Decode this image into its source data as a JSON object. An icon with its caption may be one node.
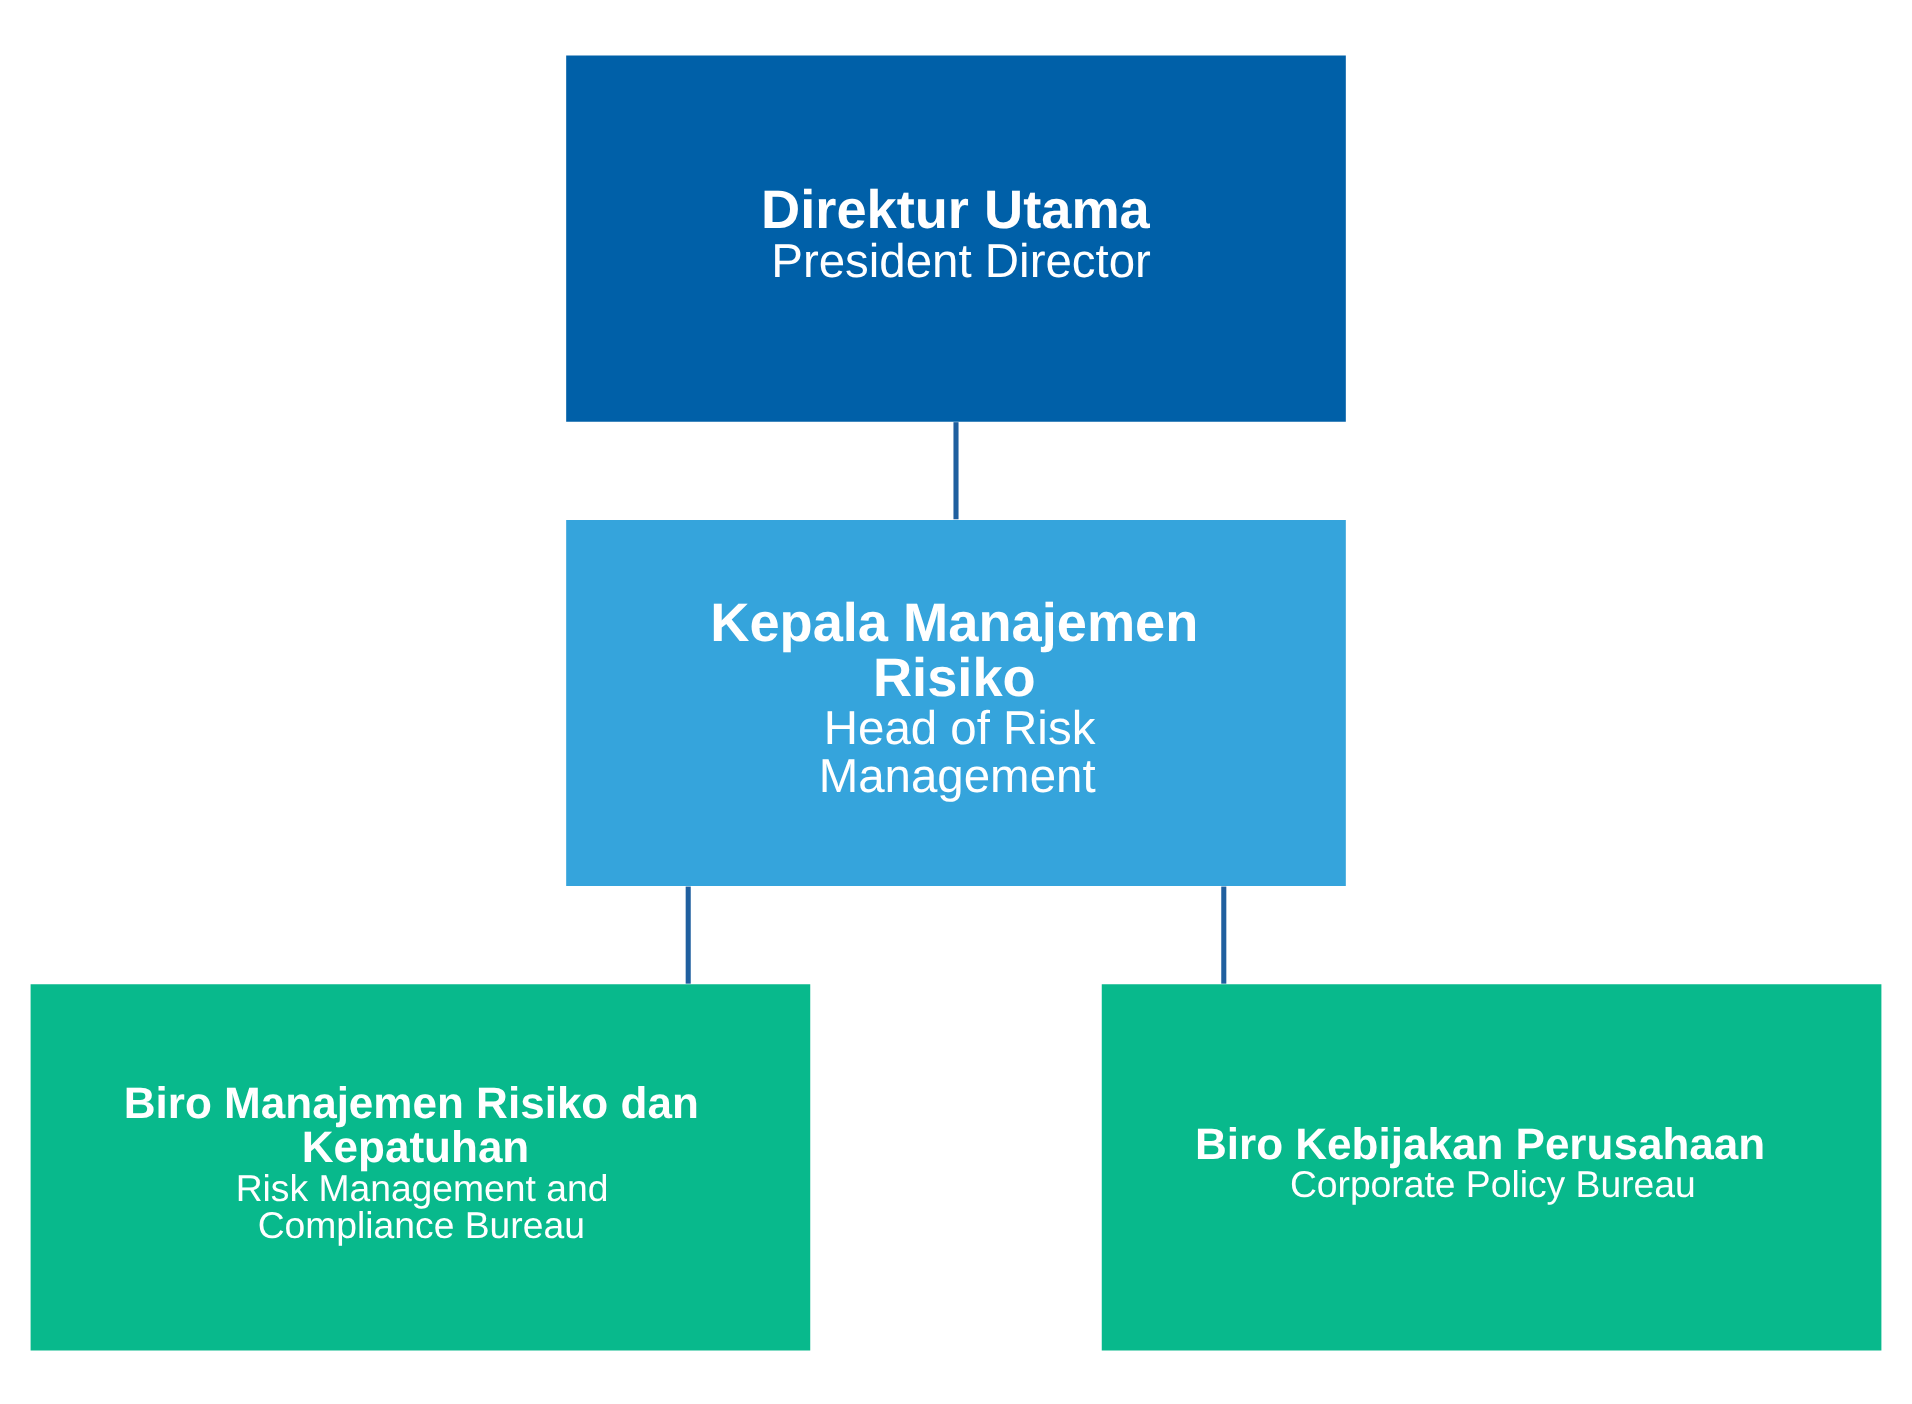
{
  "diagram": {
    "nodes": [
      {
        "text": [
          "Direktur Utama",
          "President Director"
        ]
      },
      {
        "text": [
          "Kepala Manajemen Risiko",
          "Head of Risk Management"
        ]
      },
      {
        "text": [
          "Biro Manajemen Risiko dan Kepatuhan",
          "Risk Management and Compliance Bureau"
        ]
      },
      {
        "text": [
          "Biro Kebijakan Perusahaan",
          "Corporate Policy Bureau"
        ]
      }
    ],
    "edges": [
      {
        "from": 0,
        "to": 1,
        "arrow": "none"
      },
      {
        "from": 1,
        "to": 2,
        "arrow": "none"
      },
      {
        "from": 1,
        "to": 3,
        "arrow": "none"
      }
    ]
  }
}
